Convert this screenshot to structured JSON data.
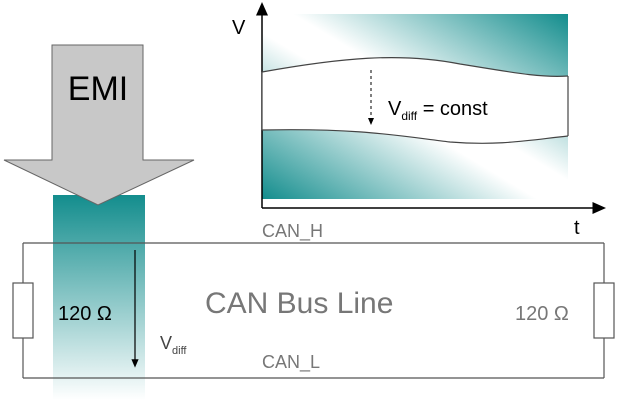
{
  "emi": {
    "label": "EMI"
  },
  "plot": {
    "y_axis_label": "V",
    "x_axis_label": "t",
    "vdiff_main": "V",
    "vdiff_sub": "diff",
    "vdiff_rest": " = const"
  },
  "bus": {
    "can_h_label": "CAN_H",
    "can_l_label": "CAN_L",
    "title": "CAN Bus Line",
    "resistor_left_label": "120 Ω",
    "resistor_right_label": "120 Ω",
    "vdiff_main": "V",
    "vdiff_sub": "diff"
  },
  "colors": {
    "teal": "#138d8d",
    "arrow_gray": "#c8c8c8",
    "line_dark": "#555555",
    "text_gray": "#777777"
  }
}
